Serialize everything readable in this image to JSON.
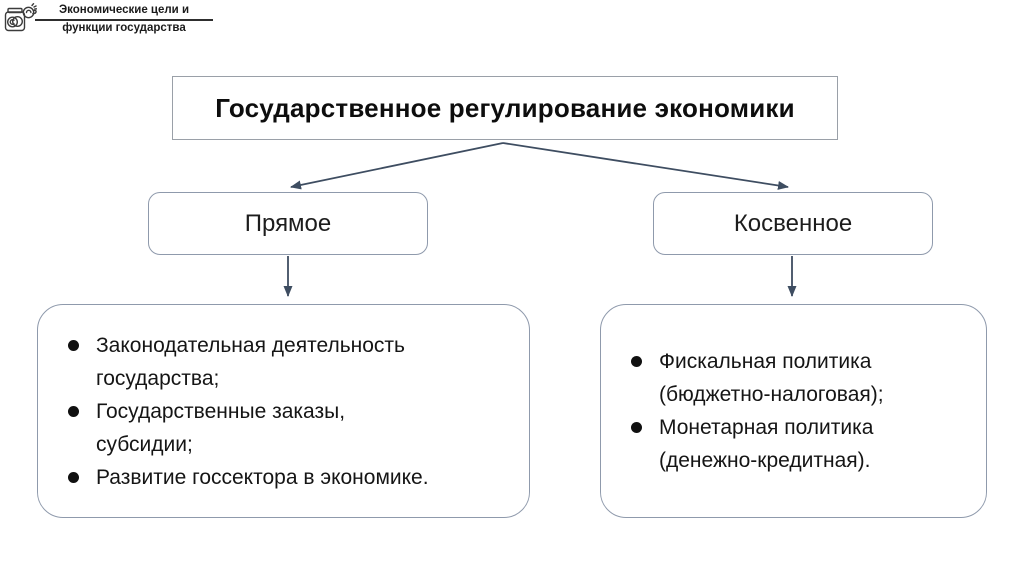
{
  "header": {
    "icon": "money-jar-icon",
    "title_line1": "Экономические цели и",
    "title_line2": "функции государства"
  },
  "diagram": {
    "root_label": "Государственное регулирование экономики",
    "branches": [
      {
        "label": "Прямое",
        "items": [
          "Законодательная деятельность\nгосударства;",
          "Государственные заказы,\nсубсидии;",
          "Развитие госсектора в экономике."
        ]
      },
      {
        "label": "Косвенное",
        "items": [
          "Фискальная политика\n(бюджетно-налоговая);",
          "Монетарная политика\n(денежно-кредитная)."
        ]
      }
    ]
  },
  "colors": {
    "background": "#ffffff",
    "text": "#141414",
    "arrow": "#3e4d61",
    "node_border": "#8f9aac",
    "title_border": "#9aa0a8"
  }
}
